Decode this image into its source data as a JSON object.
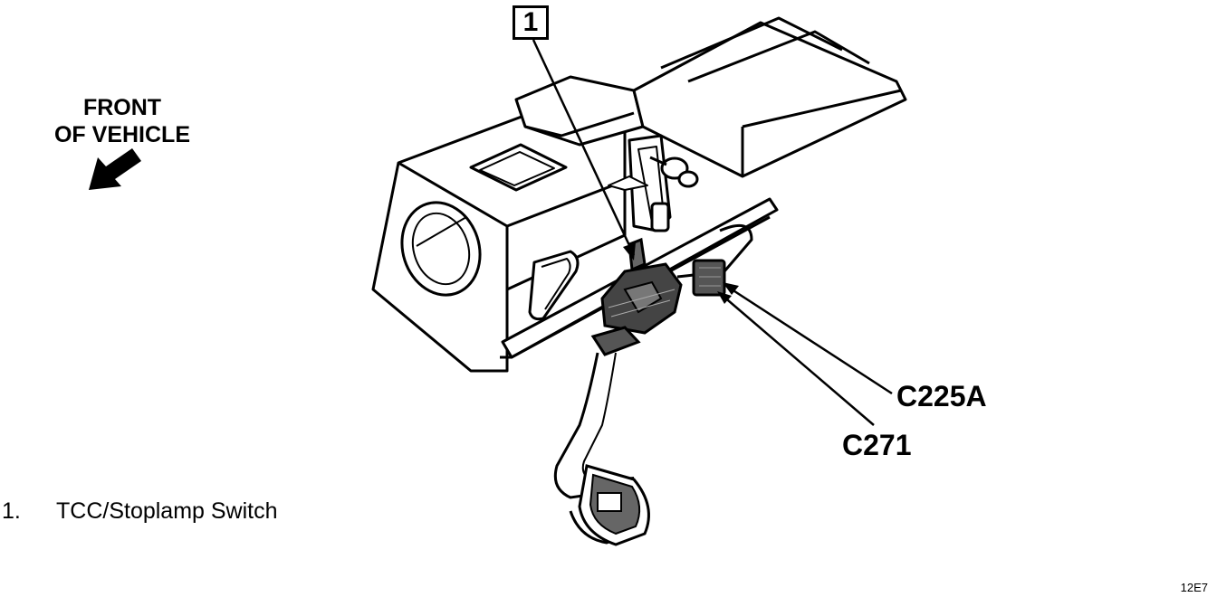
{
  "orientation": {
    "line1": "FRONT",
    "line2": "OF VEHICLE",
    "arrow_icon": "front-arrow-icon"
  },
  "callout": {
    "number": "1"
  },
  "connectors": [
    {
      "label": "C225A"
    },
    {
      "label": "C271"
    }
  ],
  "legend": [
    {
      "number": "1.",
      "text": "TCC/Stoplamp Switch"
    }
  ],
  "figure_id": "12E7"
}
